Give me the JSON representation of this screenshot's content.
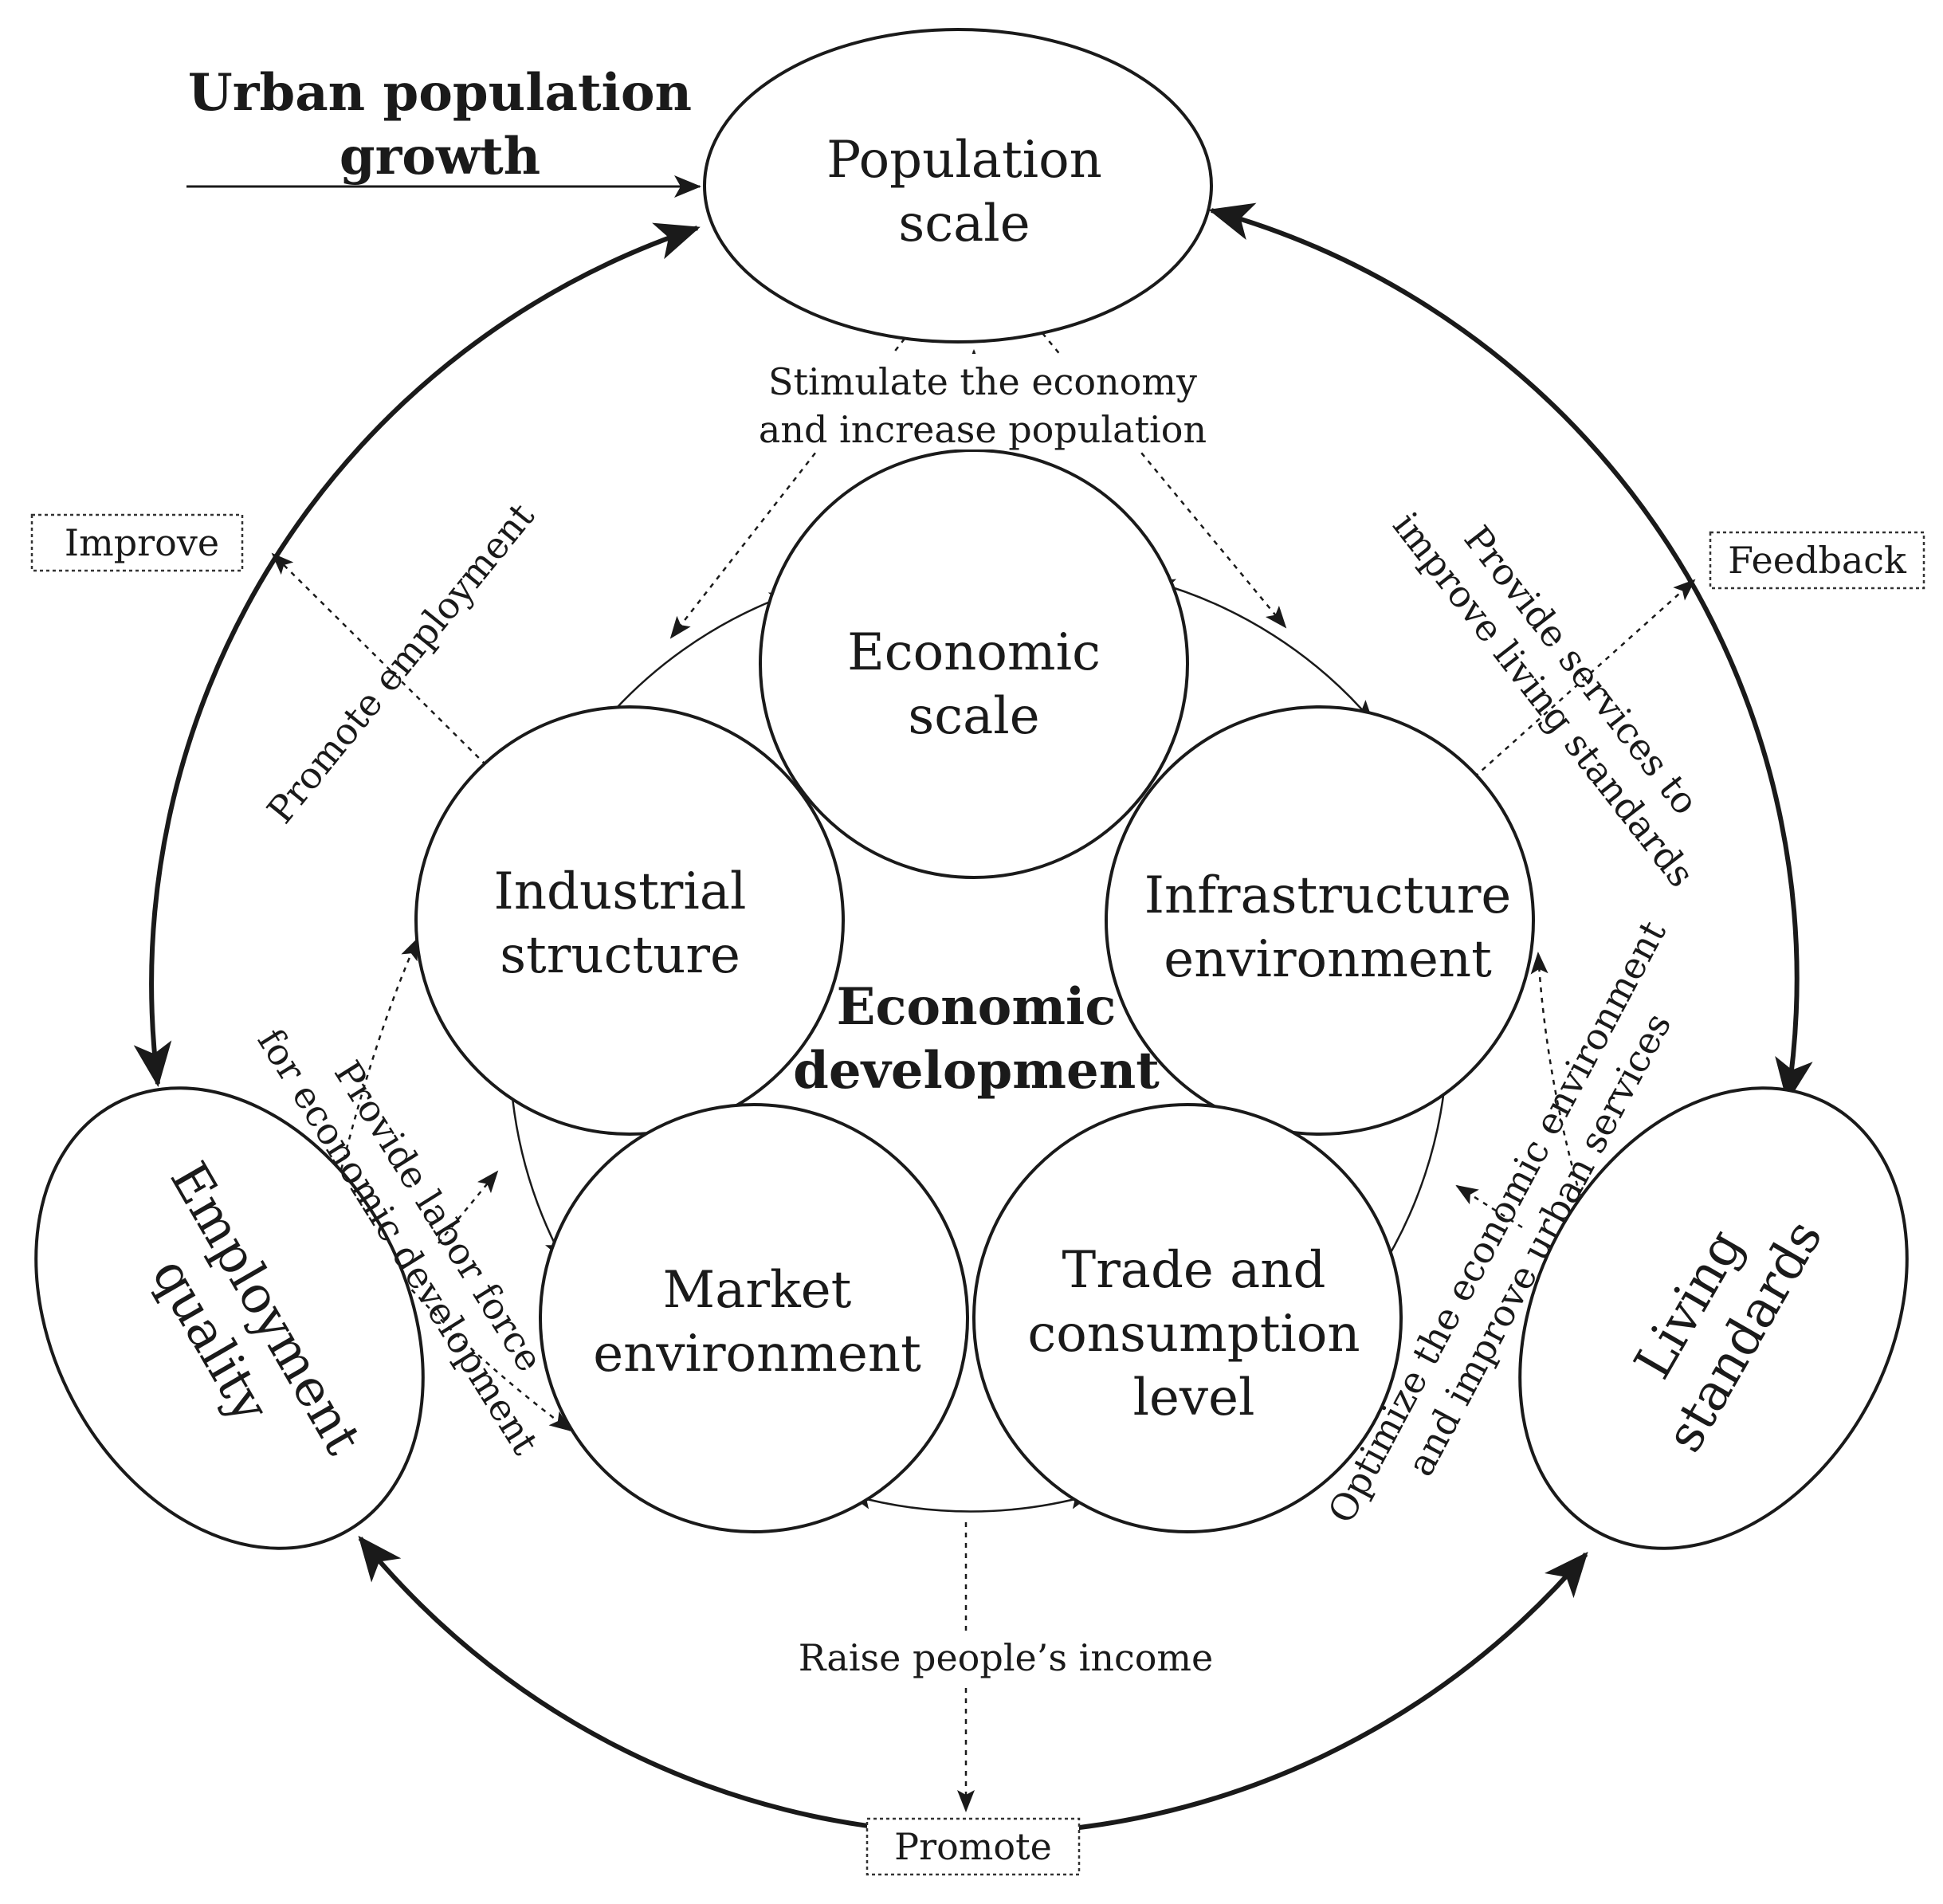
{
  "title": [
    "Urban population",
    "growth"
  ],
  "center_label": [
    "Economic",
    "development"
  ],
  "nodes": {
    "population_scale": [
      "Population",
      "scale"
    ],
    "employment_quality": [
      "Employment",
      "quality"
    ],
    "living_standards": [
      "Living",
      "standards"
    ],
    "economic_scale": [
      "Economic",
      "scale"
    ],
    "industrial_structure": [
      "Industrial",
      "structure"
    ],
    "infrastructure_environment": [
      "Infrastructure",
      "environment"
    ],
    "market_environment": [
      "Market",
      "environment"
    ],
    "trade_consumption": [
      "Trade and",
      "consumption",
      "level"
    ]
  },
  "edge_labels": {
    "stimulate": [
      "Stimulate the economy",
      "and increase population"
    ],
    "promote_employment": "Promote employment",
    "provide_services": [
      "Provide services to",
      "improve living standards"
    ],
    "provide_labor": [
      "Provide labor force",
      "for economic development"
    ],
    "optimize": [
      "Optimize the economic environment",
      "and improve urban services"
    ],
    "raise_income": "Raise people’s income"
  },
  "boxed_labels": {
    "improve": "Improve",
    "feedback": "Feedback",
    "promote": "Promote"
  }
}
